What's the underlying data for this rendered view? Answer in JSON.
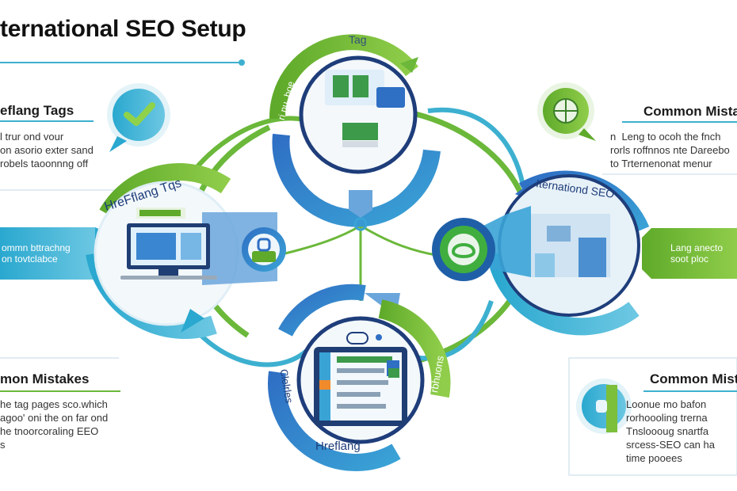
{
  "title": "ternational SEO Setup",
  "left_top": {
    "heading": "eflang Tags",
    "body": "l trur ond vour\non asorio exter sand\nrobels taoonnng off"
  },
  "left_bar": {
    "label": "ommn bttrachng\non tovtclabce"
  },
  "left_bottom": {
    "heading": "mon Mistakes",
    "body": "he tag pages sco.which\nagoo' oni the on far ond\nhe tnoorcoraling EEO\ns"
  },
  "right_top": {
    "heading": "Common Mistak",
    "body": "n  Leng to ocoh the fnch\nrorls roffnnos nte Dareebo\nto Trternenonat menur"
  },
  "right_bar": {
    "label": "Lang anecto\nsoot ploc"
  },
  "right_bottom": {
    "heading": "Common Mist",
    "body": "Loonue mo bafon\nrorhoooling trerna\nTnsloooug snartfa\nsrcess-SEO can ha\ntime pooees"
  },
  "ring_labels": {
    "top": "Tag",
    "top_side": "ri nu. boe",
    "left": "HreFflang Tqs",
    "right": "Iternationd SEO",
    "bottom": "Hreflang",
    "bottom_left": "Clelrles",
    "bottom_right": "rbhuons"
  },
  "colors": {
    "green": "#7cbf3a",
    "blue": "#2f6fc4",
    "teal": "#3db0d0",
    "navy": "#1e3d7a"
  },
  "icons": [
    "check-icon",
    "globe-icon",
    "tag-icon",
    "gear-icon",
    "monitor-icon",
    "document-icon",
    "hand-icon"
  ]
}
